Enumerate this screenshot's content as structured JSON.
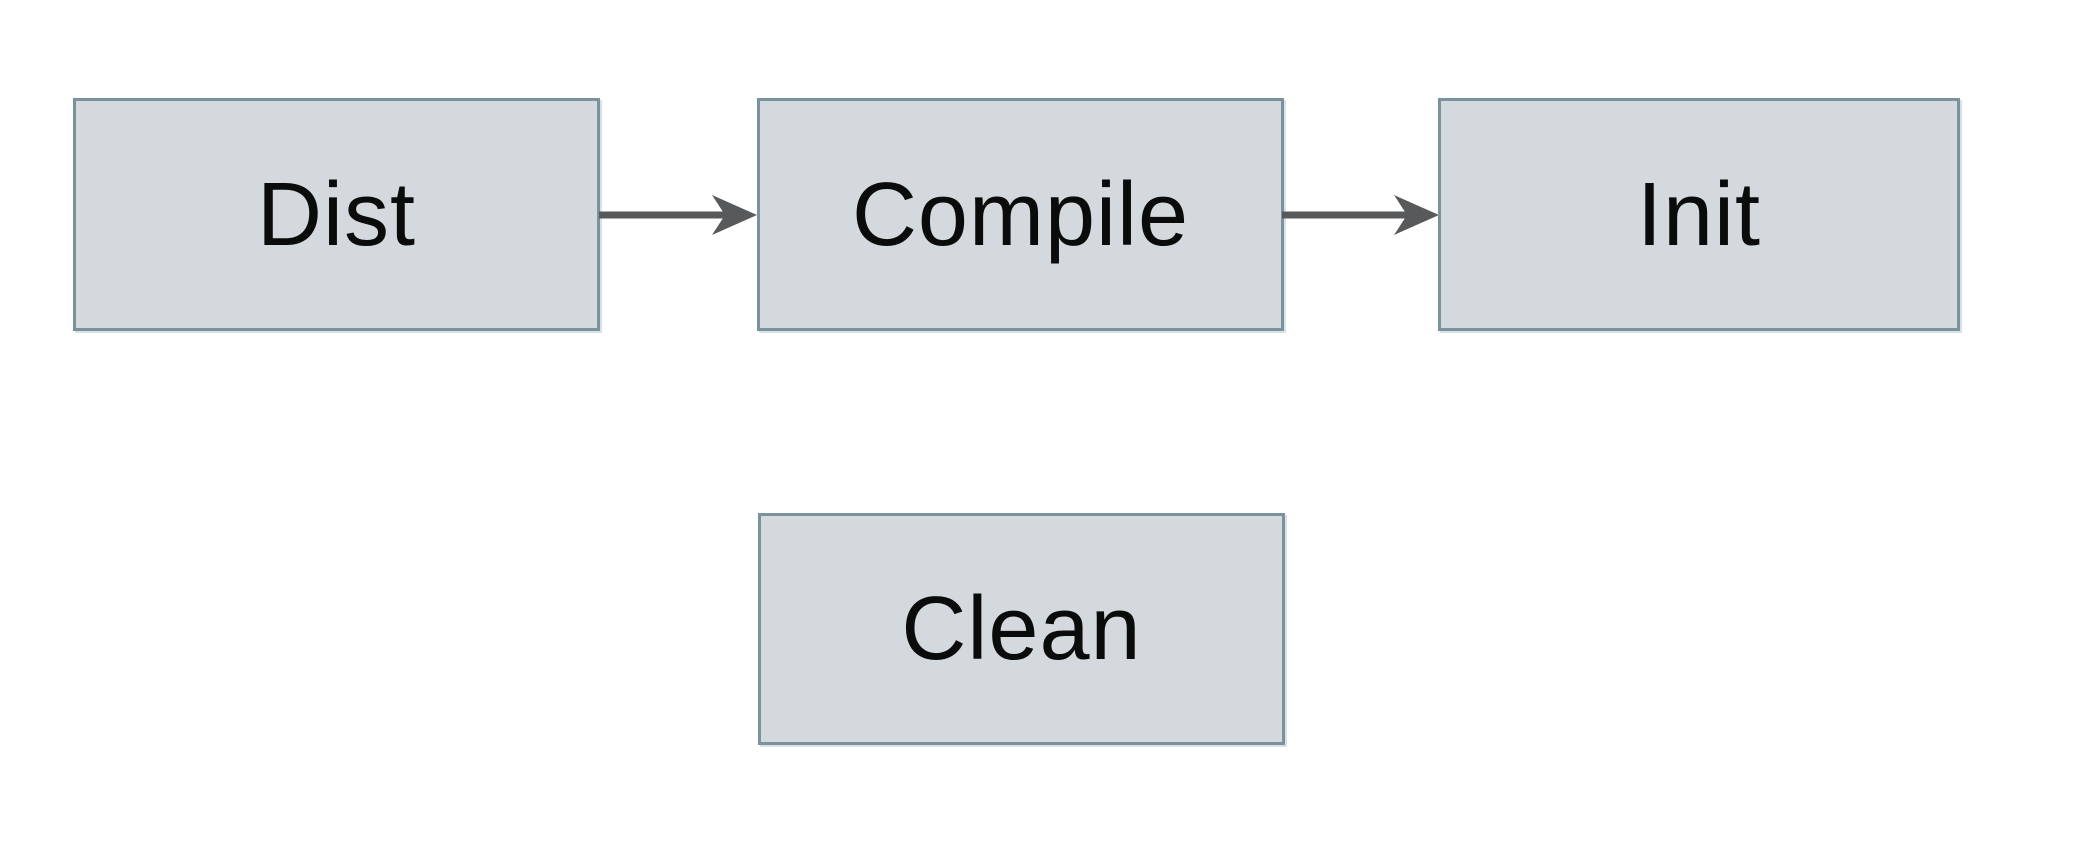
{
  "diagram": {
    "type": "flowchart",
    "nodes": [
      {
        "id": "dist",
        "label": "Dist"
      },
      {
        "id": "compile",
        "label": "Compile"
      },
      {
        "id": "init",
        "label": "Init"
      },
      {
        "id": "clean",
        "label": "Clean"
      }
    ],
    "edges": [
      {
        "from": "dist",
        "to": "compile",
        "style": "solid-barbed-arrow"
      },
      {
        "from": "compile",
        "to": "init",
        "style": "solid-barbed-arrow"
      }
    ],
    "colors": {
      "background": "#ffffff",
      "node_fill": "#d3d9dc",
      "node_border": "#7b929d",
      "arrow": "#58595b",
      "text": "#0a0b0b"
    }
  }
}
